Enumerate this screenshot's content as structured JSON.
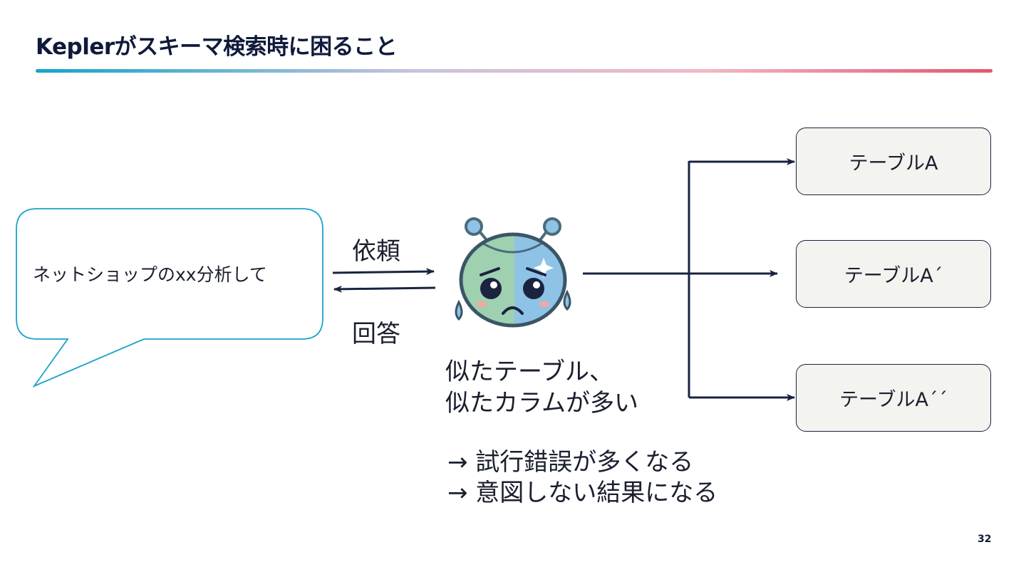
{
  "slide": {
    "title": "Keplerがスキーマ検索時に困ること",
    "page_number": "32"
  },
  "diagram": {
    "user_request": "ネットショップのxx分析して",
    "request_label": "依頼",
    "answer_label": "回答",
    "agent_description": [
      "似たテーブル、",
      "似たカラムが多い"
    ],
    "consequences": [
      "→ 試行錯誤が多くなる",
      "→ 意図しない結果になる"
    ],
    "tables": [
      "テーブルA",
      "テーブルA´",
      "テーブルA´´"
    ]
  },
  "colors": {
    "title": "#0f1a3a",
    "bubble_border": "#1aa3c8",
    "arrow": "#1a2340",
    "table_fill": "#f3f3ef",
    "robot_green": "#9fd0b0",
    "robot_blue": "#8ec3e6"
  },
  "icons": [
    "worried-robot-icon"
  ]
}
